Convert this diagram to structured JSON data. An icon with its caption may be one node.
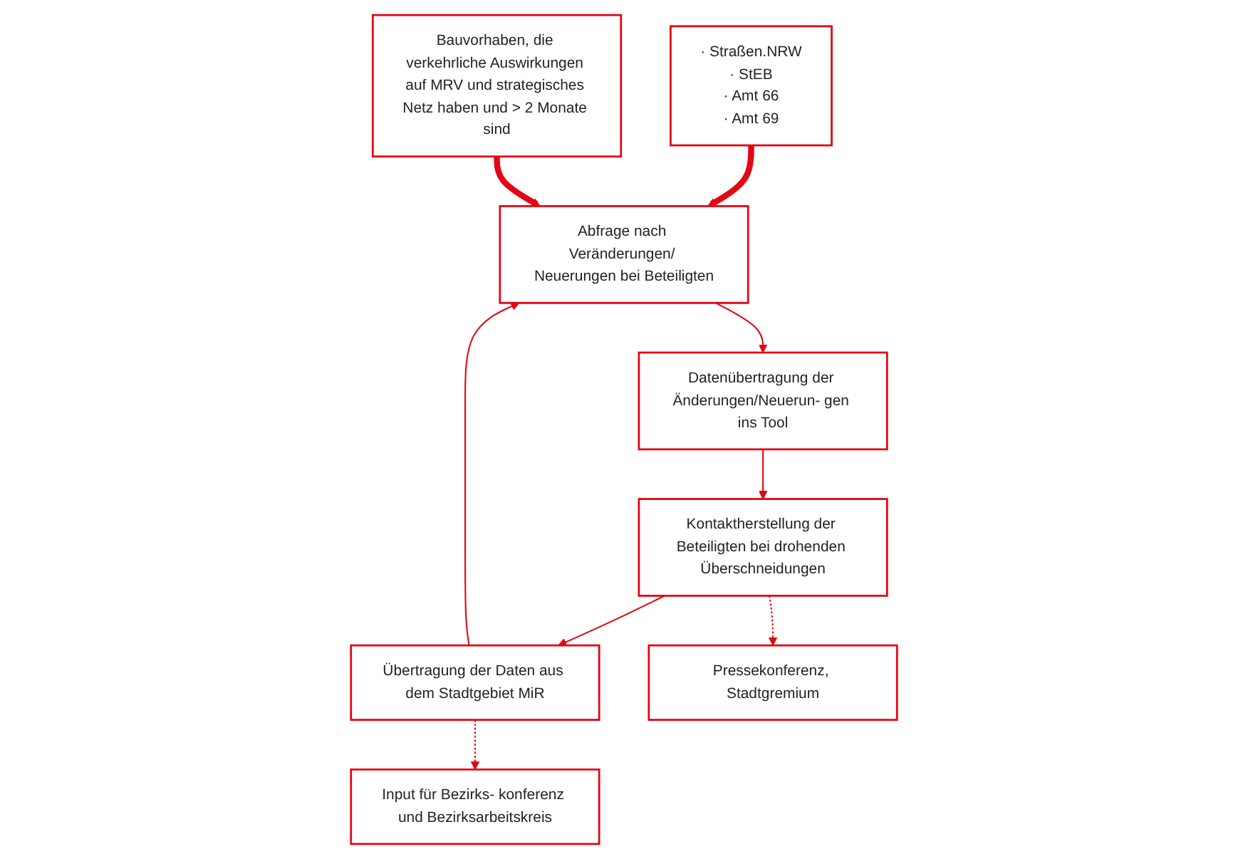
{
  "diagram": {
    "nodes": [
      {
        "text": [
          "· Straßen.NRW",
          "· StEB",
          "· Amt 66",
          "· Amt 69"
        ]
      },
      {
        "text": [
          "Bauvorhaben, die verkehrliche Auswirkungen auf MRV und strategisches Netz haben und > 2 Monate sind"
        ]
      },
      {
        "text": [
          "Input für Bezirks- konferenz und Bezirksarbeitskreis"
        ]
      },
      {
        "text": [
          "Abfrage nach Veränderungen/ Neuerungen bei Beteiligten"
        ]
      },
      {
        "text": [
          "Übertragung der Daten aus dem Stadtgebiet MiR"
        ]
      },
      {
        "text": [
          "Datenübertragung der Änderungen/Neuerun- gen ins Tool"
        ]
      },
      {
        "text": [
          "Pressekonferenz, Stadtgremium"
        ]
      },
      {
        "text": [
          "Kontaktherstellung der Beteiligten bei drohenden Überschneidungen"
        ]
      }
    ],
    "edges": [
      {
        "from": 0,
        "to": 3,
        "arrow": "to",
        "style": "thick"
      },
      {
        "from": 1,
        "to": 3,
        "arrow": "to",
        "style": "thick"
      },
      {
        "from": 3,
        "to": 5,
        "arrow": "to"
      },
      {
        "from": 5,
        "to": 7,
        "arrow": "to"
      },
      {
        "from": 7,
        "to": 4,
        "arrow": "to"
      },
      {
        "from": 4,
        "to": 3,
        "arrow": "to"
      },
      {
        "from": 4,
        "to": 2,
        "arrow": "to",
        "style": "dashed"
      },
      {
        "from": 7,
        "to": 6,
        "arrow": "to",
        "style": "dashed"
      }
    ]
  }
}
